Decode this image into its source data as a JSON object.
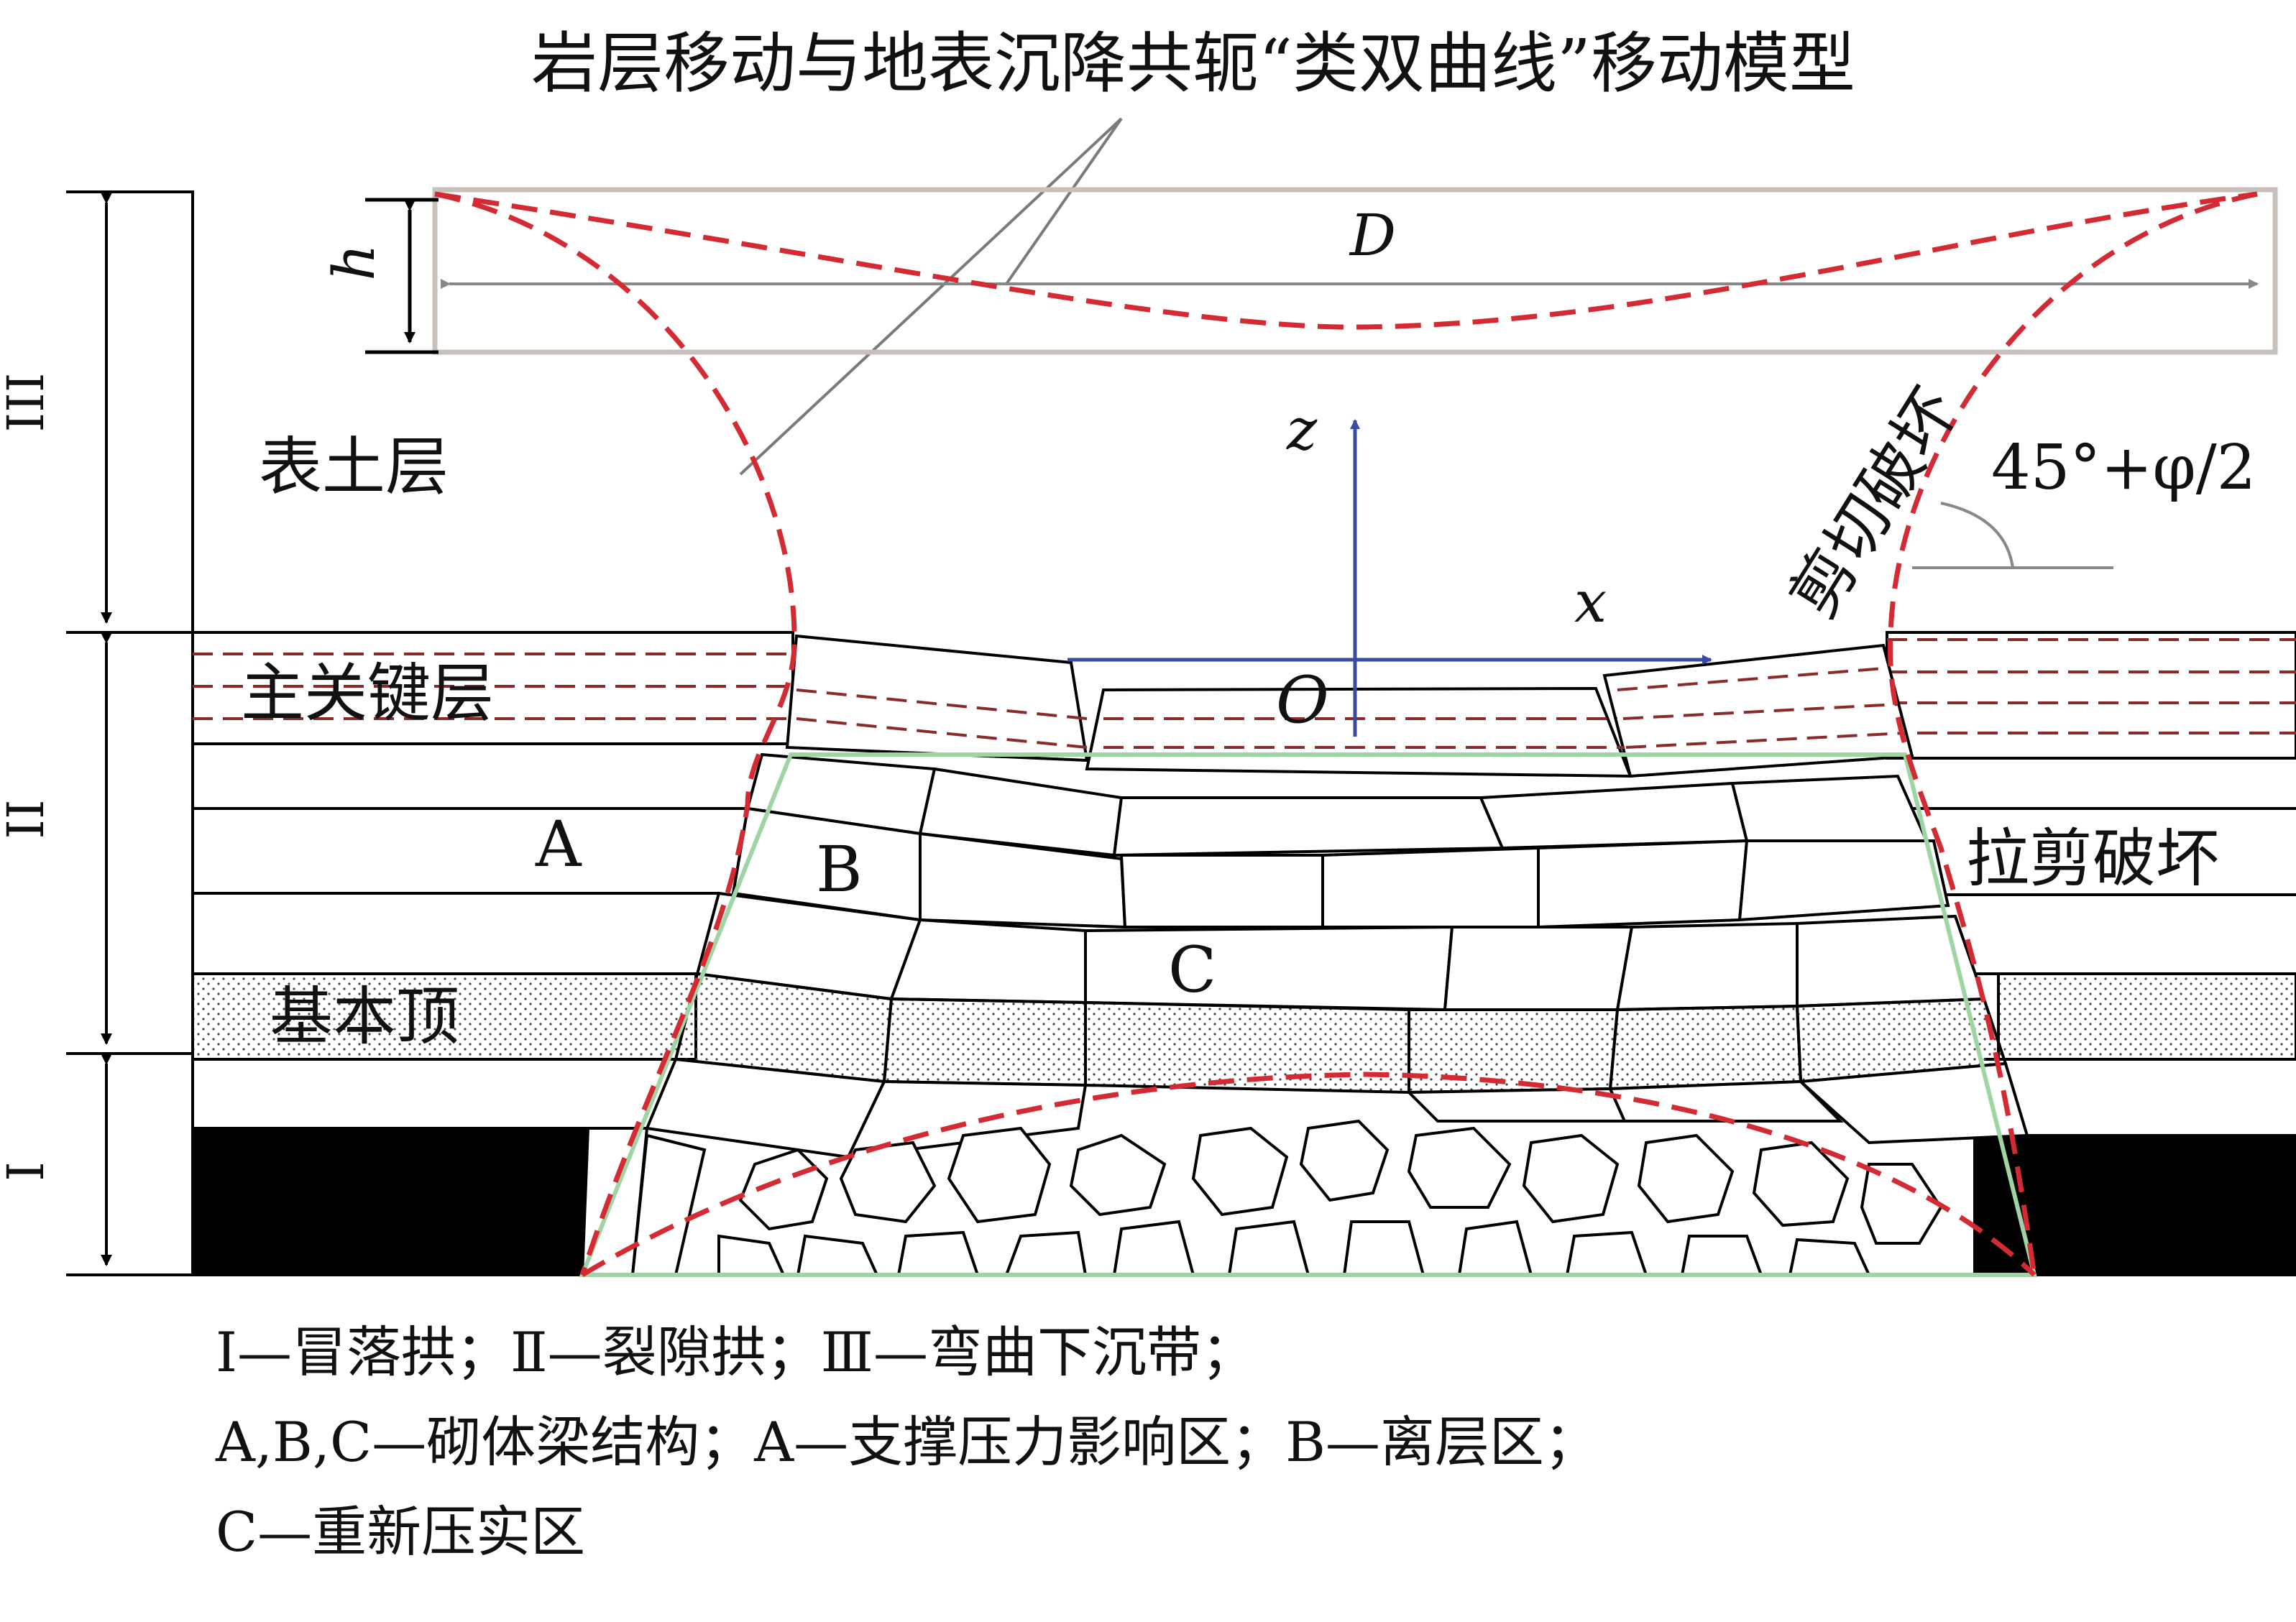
{
  "title": "岩层移动与地表沉降共轭“类双曲线”移动模型",
  "labels": {
    "zone_III": "III",
    "zone_II": "II",
    "zone_I": "I",
    "h": "h",
    "D": "D",
    "z": "z",
    "x": "x",
    "O": "O",
    "topsoil": "表土层",
    "main_key_stratum": "主关键层",
    "basic_roof": "基本顶",
    "block_A": "A",
    "block_B": "B",
    "block_C": "C",
    "shear_failure": "剪切破坏",
    "tension_shear_failure": "拉剪破坏",
    "angle": "45°+φ/2"
  },
  "legend": {
    "line1": "Ⅰ—冒落拱；Ⅱ—裂隙拱；Ⅲ—弯曲下沉带；",
    "line2": "A,B,C—砌体梁结构；A—支撑压力影响区；B—离层区；",
    "line3": "C—重新压实区"
  },
  "colors": {
    "hyperbola": "#d42a33",
    "key_stratum_dash": "#8b2a2a",
    "axis": "#3a4aa0",
    "green_outline": "#9fd4a4",
    "grey_box": "#c9c0bc",
    "pointer": "#7a7a7a",
    "coal": "#000000"
  }
}
